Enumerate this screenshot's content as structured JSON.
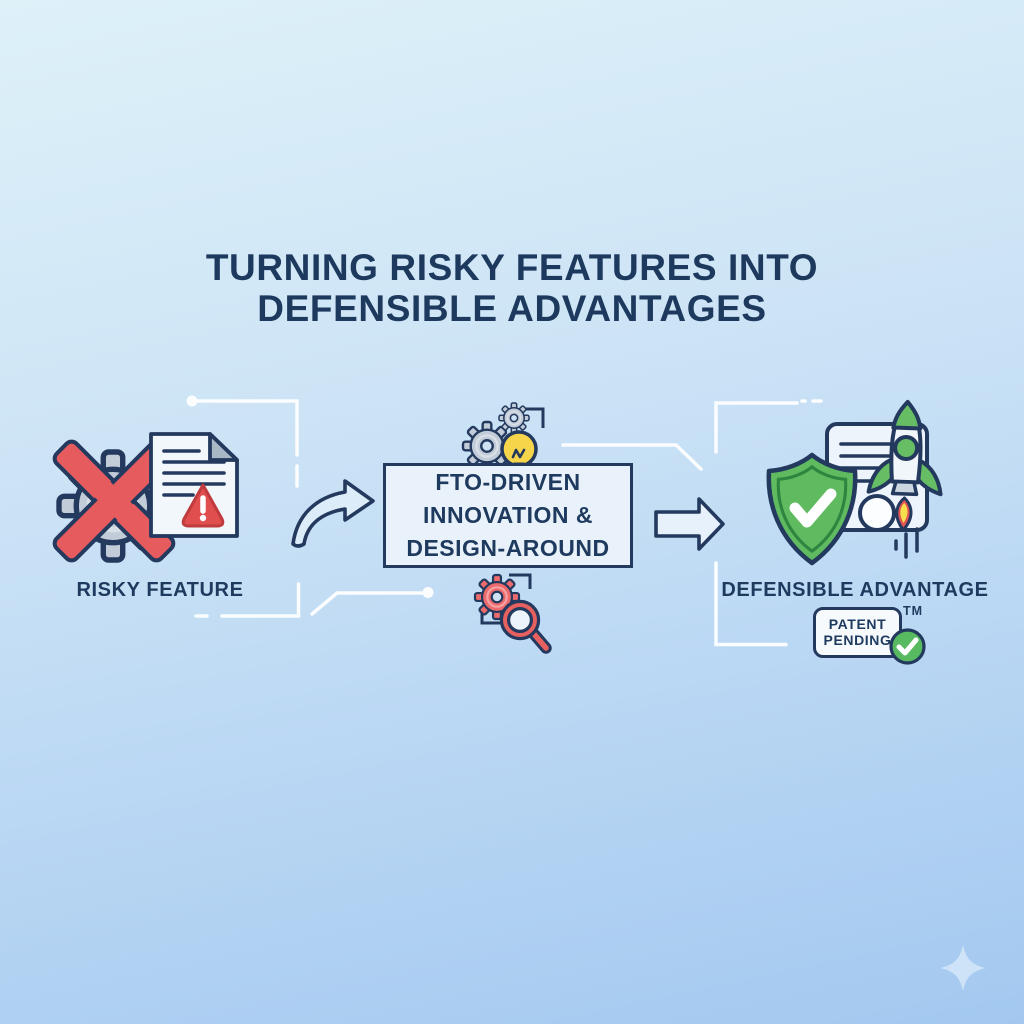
{
  "title": {
    "line1": "TURNING RISKY FEATURES INTO",
    "line2": "DEFENSIBLE ADVANTAGES"
  },
  "flow": {
    "risky": {
      "label": "RISKY FEATURE",
      "icons": [
        "gear-icon",
        "cross-x-icon",
        "warning-document-icon"
      ]
    },
    "process": {
      "box_line1": "FTO-DRIVEN",
      "box_line2": "INNOVATION &",
      "box_line3": "DESIGN-AROUND",
      "icons_top": [
        "gears-icon",
        "lightbulb-icon"
      ],
      "icons_bottom": [
        "gear-icon",
        "magnifier-icon"
      ]
    },
    "defensible": {
      "label": "DEFENSIBLE ADVANTAGE",
      "icons": [
        "document-icon",
        "rocket-icon",
        "shield-check-icon"
      ],
      "badge": {
        "line1": "PATENT",
        "line2": "PENDING",
        "tm": "TM",
        "check_icon": "check-circle-icon"
      }
    }
  },
  "decorations": {
    "arrows": [
      "curved-arrow",
      "straight-arrow"
    ],
    "connectors": "white-circuit-lines",
    "sparkle": "sparkle-icon"
  },
  "colors": {
    "background_top": "#def1f9",
    "background_bottom": "#a3c8f0",
    "navy": "#24395e",
    "text_navy": "#1d3a5e",
    "red": "#e65c5e",
    "warning_red": "#e14e4e",
    "green": "#5fba60",
    "green_dark": "#2e8540",
    "yellow": "#f7d54b",
    "gear_grey": "#c2ccd8",
    "box_fill": "#e9f2fa",
    "doc_fill": "#f2f7fc",
    "connector_white": "#ffffff",
    "sparkle_blue": "#cfe3f8"
  }
}
